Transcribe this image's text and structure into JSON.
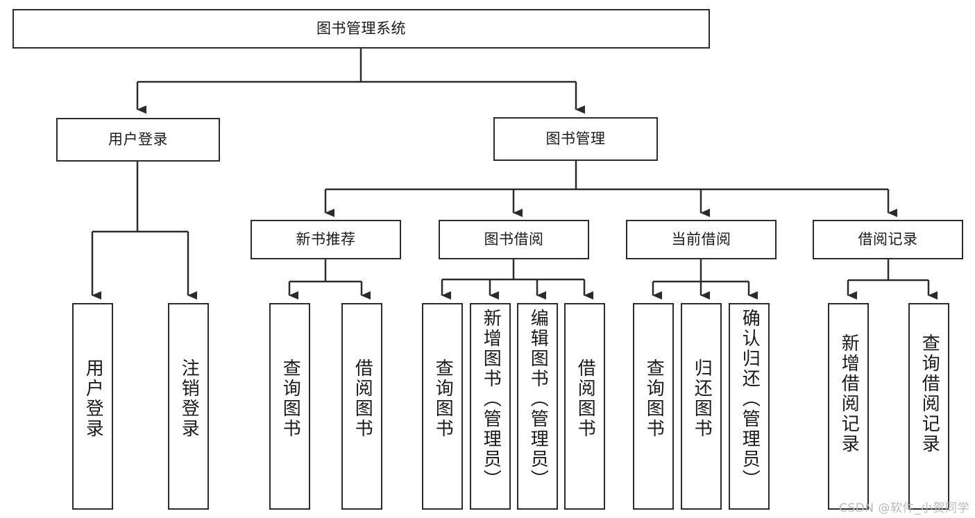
{
  "diagram": {
    "type": "tree-hierarchy",
    "title": "图书管理系统",
    "watermark": "CSDN @软件_小贺同学",
    "colors": {
      "box_border": "#2b2b2b",
      "box_fill": "#ffffff",
      "connector": "#2b2b2b",
      "text": "#1a1a1a",
      "watermark": "#b9b9b9",
      "background": "#ffffff"
    },
    "levels": {
      "root": {
        "label": "图书管理系统"
      },
      "level1": [
        {
          "label": "用户登录"
        },
        {
          "label": "图书管理"
        }
      ],
      "level2": [
        {
          "label": "新书推荐"
        },
        {
          "label": "图书借阅"
        },
        {
          "label": "当前借阅"
        },
        {
          "label": "借阅记录"
        }
      ],
      "leaves": {
        "user_login": [
          {
            "label": "用户登录"
          },
          {
            "label": "注销登录"
          }
        ],
        "new_book_recommend": [
          {
            "label": "查询图书"
          },
          {
            "label": "借阅图书"
          }
        ],
        "book_borrow": [
          {
            "label": "查询图书"
          },
          {
            "label": "新增图书（管理员）"
          },
          {
            "label": "编辑图书（管理员）"
          },
          {
            "label": "借阅图书"
          }
        ],
        "current_borrow": [
          {
            "label": "查询图书"
          },
          {
            "label": "归还图书"
          },
          {
            "label": "确认归还（管理员）"
          }
        ],
        "borrow_record": [
          {
            "label": "新增借阅记录"
          },
          {
            "label": "查询借阅记录"
          }
        ]
      }
    }
  }
}
